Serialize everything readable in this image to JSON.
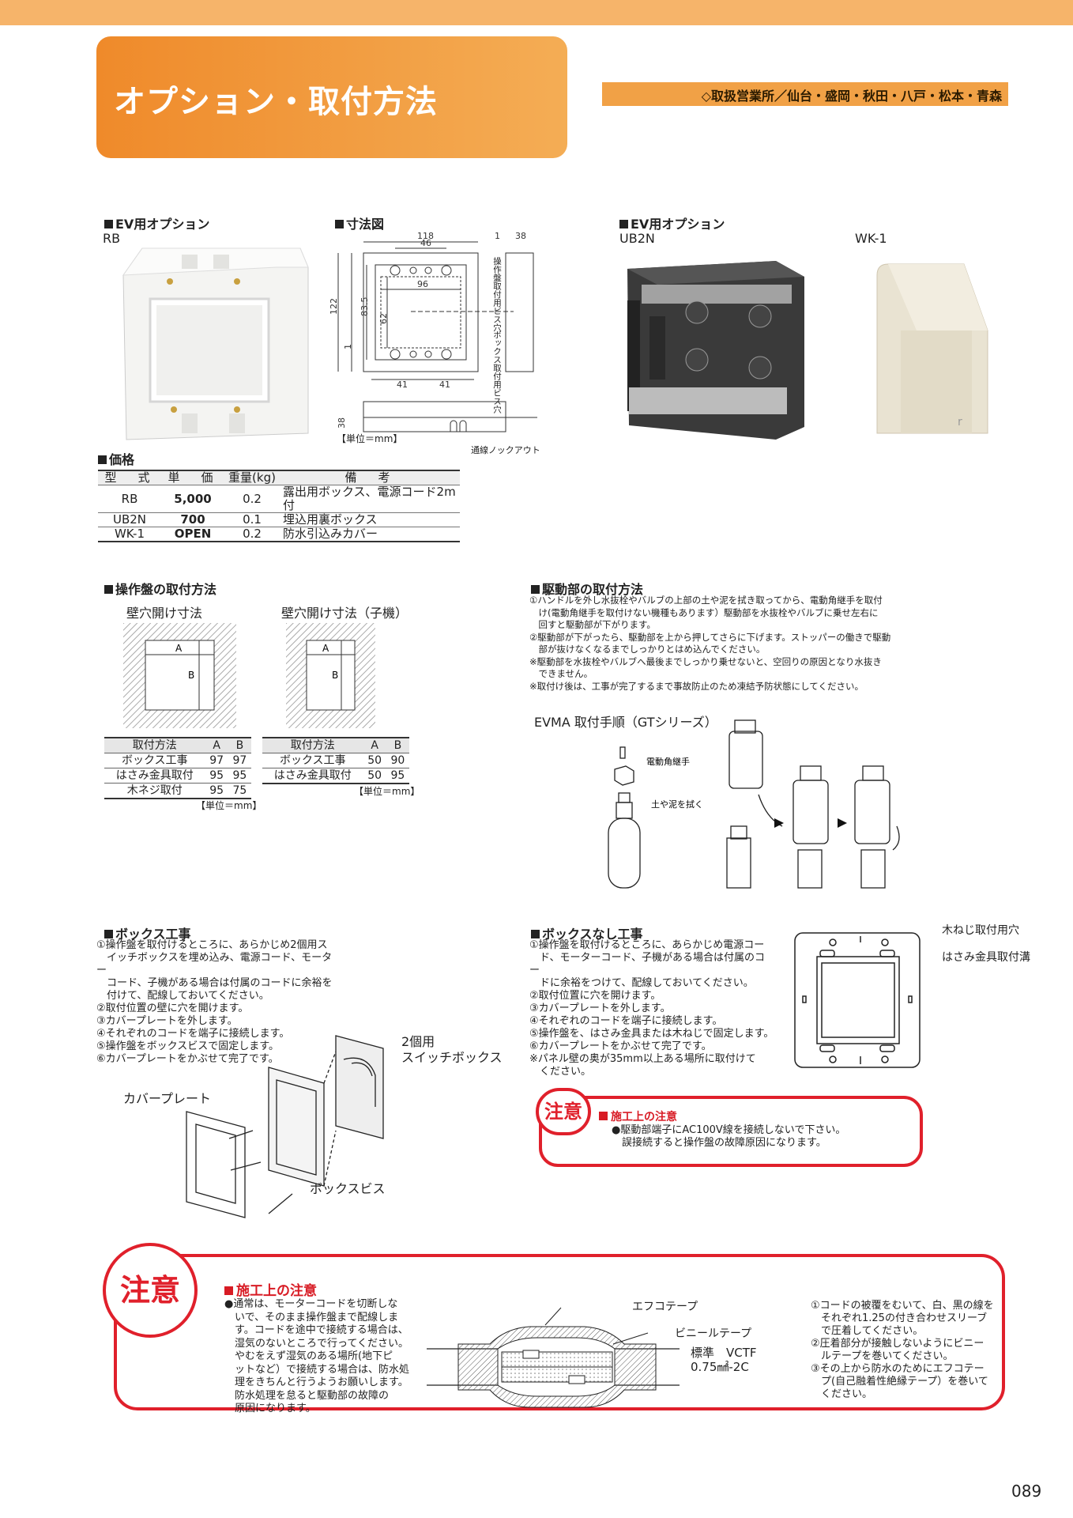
{
  "header": {
    "title": "オプション・取付方法",
    "offices": "◇取扱営業所／仙台・盛岡・秋田・八戸・松本・青森"
  },
  "ev_option_rb": {
    "heading": "EV用オプション",
    "model": "RB"
  },
  "dimension": {
    "heading": "寸法図",
    "labels": [
      "118",
      "46",
      "1",
      "38",
      "96",
      "122",
      "83.5",
      "62",
      "41",
      "41",
      "1",
      "38"
    ],
    "note_screw1": "操作盤取付用ビス穴",
    "note_screw2": "ボックス取付用ビス穴",
    "unit": "【単位＝mm】",
    "knockout": "通線ノックアウト"
  },
  "ev_option_ub2n": {
    "heading": "EV用オプション",
    "model": "UB2N",
    "model2": "WK-1"
  },
  "price": {
    "heading": "価格",
    "columns": [
      "型　式",
      "単　価",
      "重量(kg)",
      "備　考"
    ],
    "rows": [
      [
        "RB",
        "5,000",
        "0.2",
        "露出用ボックス、電源コード2m付"
      ],
      [
        "UB2N",
        "700",
        "0.1",
        "埋込用裏ボックス"
      ],
      [
        "WK-1",
        "OPEN",
        "0.2",
        "防水引込みカバー"
      ]
    ]
  },
  "panel_mount": {
    "heading": "操作盤の取付方法",
    "sub1": "壁穴開け寸法",
    "sub2": "壁穴開け寸法（子機）",
    "label_a": "A",
    "label_b": "B",
    "table1": {
      "columns": [
        "取付方法",
        "A",
        "B"
      ],
      "rows": [
        [
          "ボックス工事",
          "97",
          "97"
        ],
        [
          "はさみ金具取付",
          "95",
          "95"
        ],
        [
          "木ネジ取付",
          "95",
          "75"
        ]
      ]
    },
    "table2": {
      "columns": [
        "取付方法",
        "A",
        "B"
      ],
      "rows": [
        [
          "ボックス工事",
          "50",
          "90"
        ],
        [
          "はさみ金具取付",
          "50",
          "95"
        ]
      ]
    },
    "unit": "【単位＝mm】"
  },
  "drive_mount": {
    "heading": "駆動部の取付方法",
    "lines": [
      "①ハンドルを外し水抜栓やバルブの上部の土や泥を拭き取ってから、電動角継手を取付",
      "　け(電動角継手を取付けない機種もあります）駆動部を水抜栓やバルブに乗せ左右に",
      "　回すと駆動部が下がります。",
      "②駆動部が下がったら、駆動部を上から押してさらに下げます。ストッパーの働きで駆動",
      "　部が抜けなくなるまでしっかりとはめ込んでください。",
      "※駆動部を水抜栓やバルブへ最後までしっかり乗せないと、空回りの原因となり水抜き",
      "　できません。",
      "※取付け後は、工事が完了するまで事故防止のため凍結予防状態にしてください。"
    ],
    "procedure_title": "EVMA 取付手順（GTシリーズ）",
    "label_joint": "電動角継手",
    "label_wipe": "土や泥を拭く"
  },
  "box_work": {
    "heading": "ボックス工事",
    "lines": [
      "①操作盤を取付けるところに、あらかじめ2個用ス",
      "　イッチボックスを埋め込み、電源コード、モーター",
      "　コード、子機がある場合は付属のコードに余裕を",
      "　付けて、配線しておいてください。",
      "②取付位置の壁に穴を開けます。",
      "③カバープレートを外します。",
      "④それぞれのコードを端子に接続します。",
      "⑤操作盤をボックスビスで固定します。",
      "⑥カバープレートをかぶせて完了です。"
    ],
    "label_switchbox1": "2個用",
    "label_switchbox2": "スイッチボックス",
    "label_cover": "カバープレート",
    "label_screw": "ボックスビス"
  },
  "no_box_work": {
    "heading": "ボックスなし工事",
    "lines": [
      "①操作盤を取付けるところに、あらかじめ電源コー",
      "　ド、モーターコード、子機がある場合は付属のコー",
      "　ドに余裕をつけて、配線しておいてください。",
      "②取付位置に穴を開けます。",
      "③カバープレートを外します。",
      "④それぞれのコードを端子に接続します。",
      "⑤操作盤を、はさみ金具または木ねじで固定します。",
      "⑥カバープレートをかぶせて完了です。",
      "※パネル壁の奥が35mm以上ある場所に取付けて",
      "　ください。"
    ],
    "label_wood_screw": "木ねじ取付用穴",
    "label_clamp": "はさみ金具取付溝"
  },
  "caution_small": {
    "badge": "注意",
    "heading": "施工上の注意",
    "lines": [
      "●駆動部端子にAC100V線を接続しないで下さい。",
      "　誤接続すると操作盤の故障原因になります。"
    ]
  },
  "caution_big": {
    "badge": "注意",
    "heading": "施工上の注意",
    "left_lines": [
      "●通常は、モーターコードを切断しな",
      "　いで、そのまま操作盤まで配線しま",
      "　す。コードを途中で接続する場合は、",
      "　湿気のないところで行ってください。",
      "　やむをえず湿気のある場所(地下ピ",
      "　ットなど）で接続する場合は、防水処",
      "　理をきちんと行うようお願いします。",
      "　防水処理を怠ると駆動部の故障の",
      "　原因になります。"
    ],
    "label_efco": "エフコテープ",
    "label_vinyl": "ビニールテープ",
    "label_std1": "標準　VCTF",
    "label_std2": "0.75㎟-2C",
    "right_lines": [
      "①コードの被覆をむいて、白、黒の線を",
      "　それぞれ1.25の付き合わせスリーブ",
      "　で圧着してください。",
      "②圧着部分が接触しないようにビニー",
      "　ルテープを巻いてください。",
      "③その上から防水のためにエフコテー",
      "　プ(自己融着性絶縁テープ）を巻いて",
      "　ください。"
    ]
  },
  "page_number": "089",
  "colors": {
    "accent": "#f4a24c",
    "caution_red": "#e0202b"
  }
}
